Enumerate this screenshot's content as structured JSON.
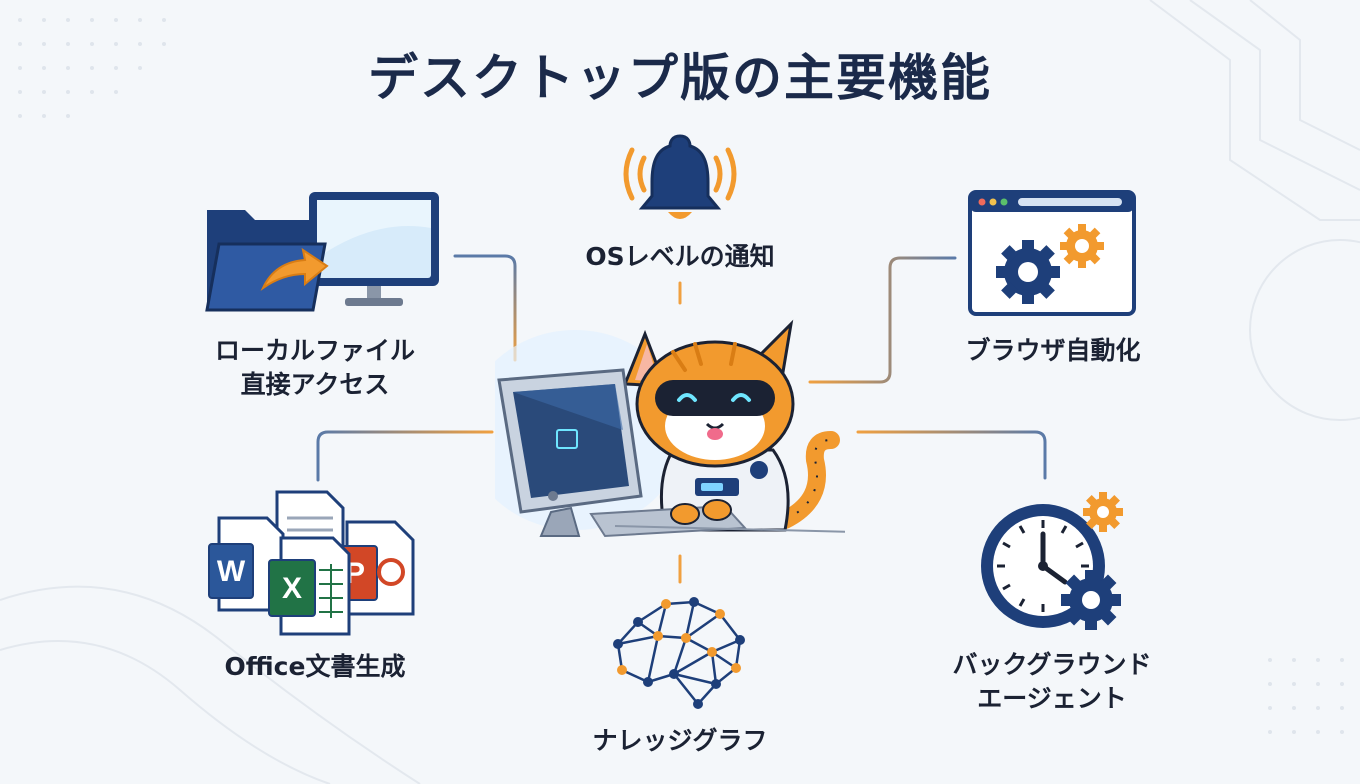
{
  "title": "デスクトップ版の主要機能",
  "colors": {
    "navy": "#1e3f7a",
    "orange": "#f29a2e",
    "connector_blue": "#4a6a9a",
    "connector_orange": "#f0a040",
    "text": "#1b2233"
  },
  "features": {
    "os_notification": {
      "label": "OSレベルの通知",
      "icon": "bell-icon"
    },
    "local_file": {
      "line1": "ローカルファイル",
      "line2": "直接アクセス",
      "icon": "folder-monitor-icon"
    },
    "browser_automation": {
      "label": "ブラウザ自動化",
      "icon": "browser-gears-icon"
    },
    "office_docs": {
      "label": "Office文書生成",
      "icon": "office-documents-icon"
    },
    "knowledge_graph": {
      "label": "ナレッジグラフ",
      "icon": "brain-network-icon"
    },
    "background_agent": {
      "line1": "バックグラウンド",
      "line2": "エージェント",
      "icon": "clock-gears-icon"
    }
  },
  "center": {
    "icon": "cat-at-computer-icon"
  },
  "office_letters": {
    "word": "W",
    "excel": "X",
    "powerpoint": "P"
  }
}
